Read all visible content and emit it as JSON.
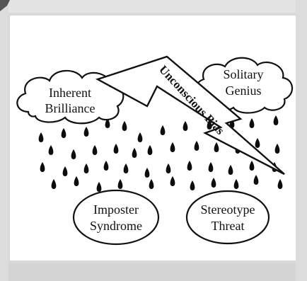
{
  "diagram": {
    "clouds": [
      {
        "id": "inherent-brilliance",
        "lines": [
          "Inherent",
          "Brilliance"
        ]
      },
      {
        "id": "solitary-genius",
        "lines": [
          "Solitary",
          "Genius"
        ]
      }
    ],
    "lightning": {
      "label": "Unconscious Bias"
    },
    "ovals": [
      {
        "id": "imposter-syndrome",
        "lines": [
          "Imposter",
          "Syndrome"
        ]
      },
      {
        "id": "stereotype-threat",
        "lines": [
          "Stereotype",
          "Threat"
        ]
      }
    ]
  },
  "colors": {
    "frame_background": "#d9d9d9",
    "panel_background": "#ffffff",
    "stroke": "#111111",
    "raindrop": "#0d0d0d"
  }
}
